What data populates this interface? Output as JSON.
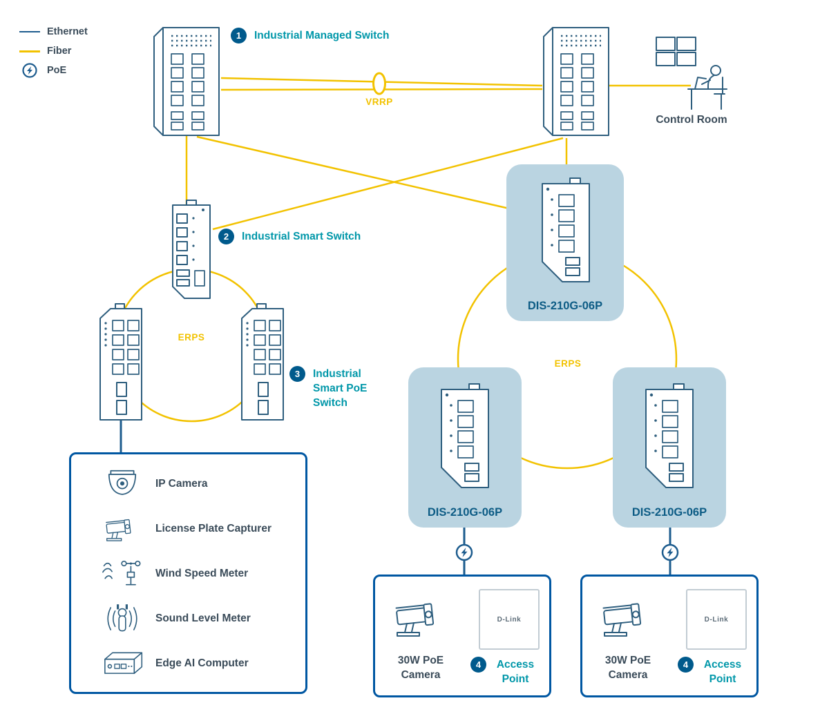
{
  "legend": {
    "ethernet": "Ethernet",
    "fiber": "Fiber",
    "poe": "PoE"
  },
  "nodes": {
    "managed_switch": {
      "num": "1",
      "label": "Industrial Managed Switch"
    },
    "smart_switch": {
      "num": "2",
      "label": "Industrial Smart Switch"
    },
    "smart_poe_switch": {
      "num": "3",
      "label": "Industrial Smart PoE Switch"
    },
    "access_point": {
      "num": "4",
      "label": "Access Point"
    },
    "control_room": {
      "label": "Control Room"
    },
    "dis_model": "DIS-210G-06P"
  },
  "links": {
    "vrrp": "VRRP",
    "erps_left": "ERPS",
    "erps_right": "ERPS"
  },
  "devices": {
    "items": [
      {
        "icon": "dome-camera-icon",
        "label": "IP Camera"
      },
      {
        "icon": "bullet-camera-icon",
        "label": "License Plate Capturer"
      },
      {
        "icon": "wind-speed-meter-icon",
        "label": "Wind Speed Meter"
      },
      {
        "icon": "sound-level-meter-icon",
        "label": "Sound Level Meter"
      },
      {
        "icon": "edge-ai-computer-icon",
        "label": "Edge AI Computer"
      }
    ]
  },
  "endpoints": {
    "poe_camera_label": "30W PoE Camera",
    "ap_brand": "D-Link"
  },
  "colors": {
    "fiber": "#f2c200",
    "ethernet": "#1d5c8e",
    "teal": "#0097a9",
    "badge_navy": "#005a8c",
    "device_outline": "#2e5e7e",
    "dis_box_fill": "#bad4e1",
    "panel_border": "#0057a2",
    "label_text": "#3a4b59",
    "dis_label_text": "#0d5c85"
  }
}
